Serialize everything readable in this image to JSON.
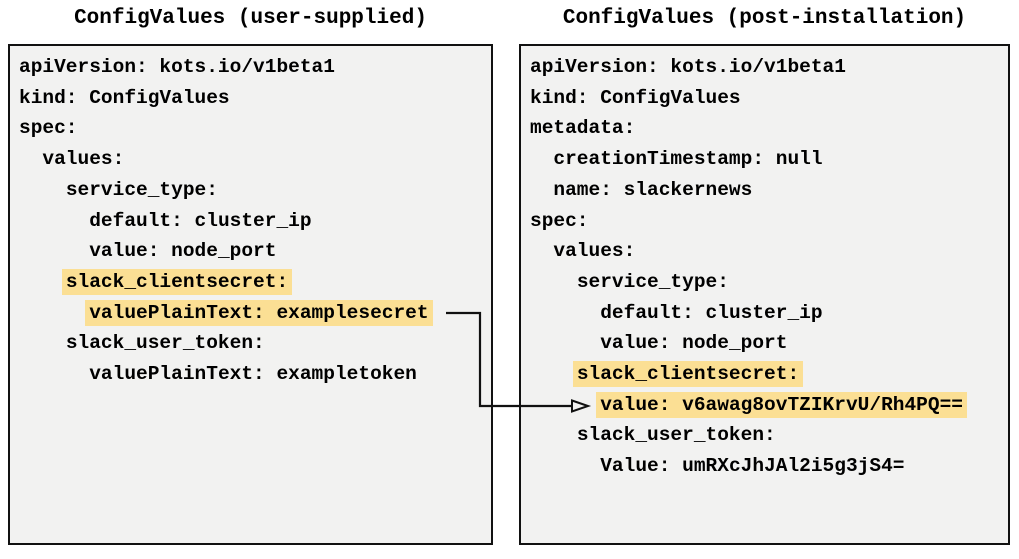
{
  "left_panel": {
    "title": "ConfigValues (user-supplied)",
    "lines": [
      {
        "indent": "",
        "text": "apiVersion: kots.io/v1beta1",
        "highlighted": false
      },
      {
        "indent": "",
        "text": "kind: ConfigValues",
        "highlighted": false
      },
      {
        "indent": "",
        "text": "spec:",
        "highlighted": false
      },
      {
        "indent": "  ",
        "text": "values:",
        "highlighted": false
      },
      {
        "indent": "    ",
        "text": "service_type:",
        "highlighted": false
      },
      {
        "indent": "      ",
        "text": "default: cluster_ip",
        "highlighted": false
      },
      {
        "indent": "      ",
        "text": "value: node_port",
        "highlighted": false
      },
      {
        "indent": "    ",
        "text": "slack_clientsecret:",
        "highlighted": true
      },
      {
        "indent": "      ",
        "text": "valuePlainText: examplesecret",
        "highlighted": true
      },
      {
        "indent": "    ",
        "text": "slack_user_token:",
        "highlighted": false
      },
      {
        "indent": "      ",
        "text": "valuePlainText: exampletoken",
        "highlighted": false
      }
    ]
  },
  "right_panel": {
    "title": "ConfigValues (post-installation)",
    "lines": [
      {
        "indent": "",
        "text": "apiVersion: kots.io/v1beta1",
        "highlighted": false
      },
      {
        "indent": "",
        "text": "kind: ConfigValues",
        "highlighted": false
      },
      {
        "indent": "",
        "text": "metadata:",
        "highlighted": false
      },
      {
        "indent": "  ",
        "text": "creationTimestamp: null",
        "highlighted": false
      },
      {
        "indent": "  ",
        "text": "name: slackernews",
        "highlighted": false
      },
      {
        "indent": "",
        "text": "spec:",
        "highlighted": false
      },
      {
        "indent": "  ",
        "text": "values:",
        "highlighted": false
      },
      {
        "indent": "    ",
        "text": "service_type:",
        "highlighted": false
      },
      {
        "indent": "      ",
        "text": "default: cluster_ip",
        "highlighted": false
      },
      {
        "indent": "      ",
        "text": "value: node_port",
        "highlighted": false
      },
      {
        "indent": "    ",
        "text": "slack_clientsecret:",
        "highlighted": true
      },
      {
        "indent": "      ",
        "text": "value: v6awag8ovTZIKrvU/Rh4PQ==",
        "highlighted": true
      },
      {
        "indent": "    ",
        "text": "slack_user_token:",
        "highlighted": false
      },
      {
        "indent": "      ",
        "text": "Value: umRXcJhJAl2i5g3jS4=",
        "highlighted": false
      }
    ]
  },
  "arrow": {
    "from": "left_panel valuePlainText: examplesecret",
    "to": "right_panel value: v6awag8ovTZIKrvU/Rh4PQ=="
  },
  "colors": {
    "highlight": "#fbdf94",
    "box_background": "#f2f2f1",
    "box_border": "#111111",
    "text": "#000000",
    "page_background": "#ffffff"
  }
}
